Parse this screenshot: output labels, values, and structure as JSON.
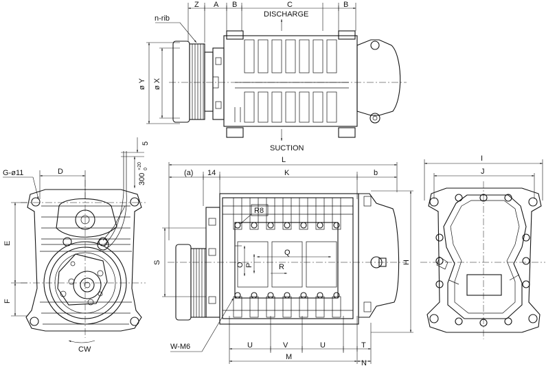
{
  "drawing": {
    "top_view": {
      "dims": {
        "z": "Z",
        "a": "A",
        "b_left": "B",
        "c": "C",
        "b_right": "B",
        "x": "ø X",
        "y": "ø Y"
      },
      "labels": {
        "n_rib": "n-rib",
        "discharge": "DISCHARGE",
        "suction": "SUCTION"
      }
    },
    "front_view": {
      "dims": {
        "g": "G-ø11",
        "d": "D",
        "e": "E",
        "f": "F",
        "wire_len": "300",
        "wire_tol_plus": "+20",
        "wire_tol_minus": "0",
        "wire_5": "5"
      },
      "labels": {
        "cw": "CW"
      }
    },
    "side_view": {
      "dims": {
        "a_paren": "(a)",
        "w14": "14",
        "l": "L",
        "k": "K",
        "b_small": "b",
        "s": "S",
        "h": "H",
        "r8": "R8",
        "o": "O",
        "p": "P",
        "q": "Q",
        "r": "R",
        "u_left": "U",
        "v": "V",
        "u_right": "U",
        "t": "T",
        "m": "M",
        "n": "N"
      },
      "labels": {
        "w_m6": "W-M6"
      }
    },
    "rear_view": {
      "dims": {
        "i": "I",
        "j": "J"
      }
    }
  }
}
